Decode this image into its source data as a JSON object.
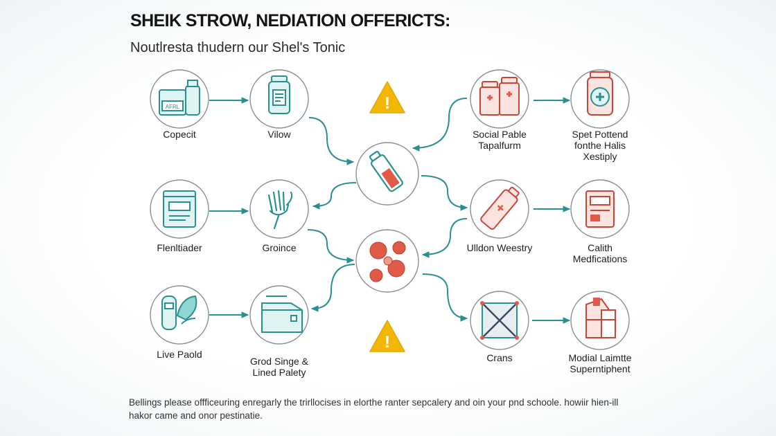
{
  "header": {
    "title": "SHEIK STROW, NEDIATION OFFERICTS:",
    "subtitle": "Noutlresta thudern our Shel's Tonic"
  },
  "nodes": [
    {
      "id": "copecit",
      "label": "Copecit",
      "icon": "medicine-box-bottle-icon"
    },
    {
      "id": "vilow",
      "label": "Vilow",
      "icon": "pill-bottle-icon"
    },
    {
      "id": "flenltiader",
      "label": "Flenltiader",
      "icon": "document-box-icon"
    },
    {
      "id": "groince",
      "label": "Groince",
      "icon": "fork-hand-icon"
    },
    {
      "id": "live-paold",
      "label": "Live Paold",
      "icon": "spray-bottle-leaf-icon"
    },
    {
      "id": "grod-singe",
      "label": "Grod Singe & Lined Palety",
      "icon": "stacked-boxes-icon"
    },
    {
      "id": "center-vial",
      "label": "",
      "icon": "vial-icon"
    },
    {
      "id": "center-cells",
      "label": "",
      "icon": "red-cells-icon"
    },
    {
      "id": "social-pable",
      "label": "Social Pable Tapalfurm",
      "icon": "medicine-bottles-cross-icon"
    },
    {
      "id": "spet-pottend",
      "label": "Spet Pottend fonthe Halis Xestiply",
      "icon": "medicine-jar-cross-icon"
    },
    {
      "id": "ulldon-weestry",
      "label": "Ulldon Weestry",
      "icon": "medication-tube-icon"
    },
    {
      "id": "calith-medifications",
      "label": "Calith Medfications",
      "icon": "medication-box-icon"
    },
    {
      "id": "crans",
      "label": "Crans",
      "icon": "crossed-box-icon"
    },
    {
      "id": "modial-laimtte",
      "label": "Modial Laimtte Superntiphent",
      "icon": "gift-box-icon"
    }
  ],
  "warnings": [
    {
      "icon": "warning-triangle-icon",
      "symbol": "!"
    },
    {
      "icon": "warning-triangle-icon",
      "symbol": "!"
    }
  ],
  "footnote": "Bellings please offficeuring enregarly the trirllocises in elorthe ranter sepcalery and oin your pnd schoole. howiir hien-ill hakor came and onor pestinatie.",
  "colors": {
    "teal": "#2a8f90",
    "teal_light": "#dff3f3",
    "coral": "#e05a47",
    "warning": "#f2b705",
    "circle_border": "#8a8f94"
  }
}
